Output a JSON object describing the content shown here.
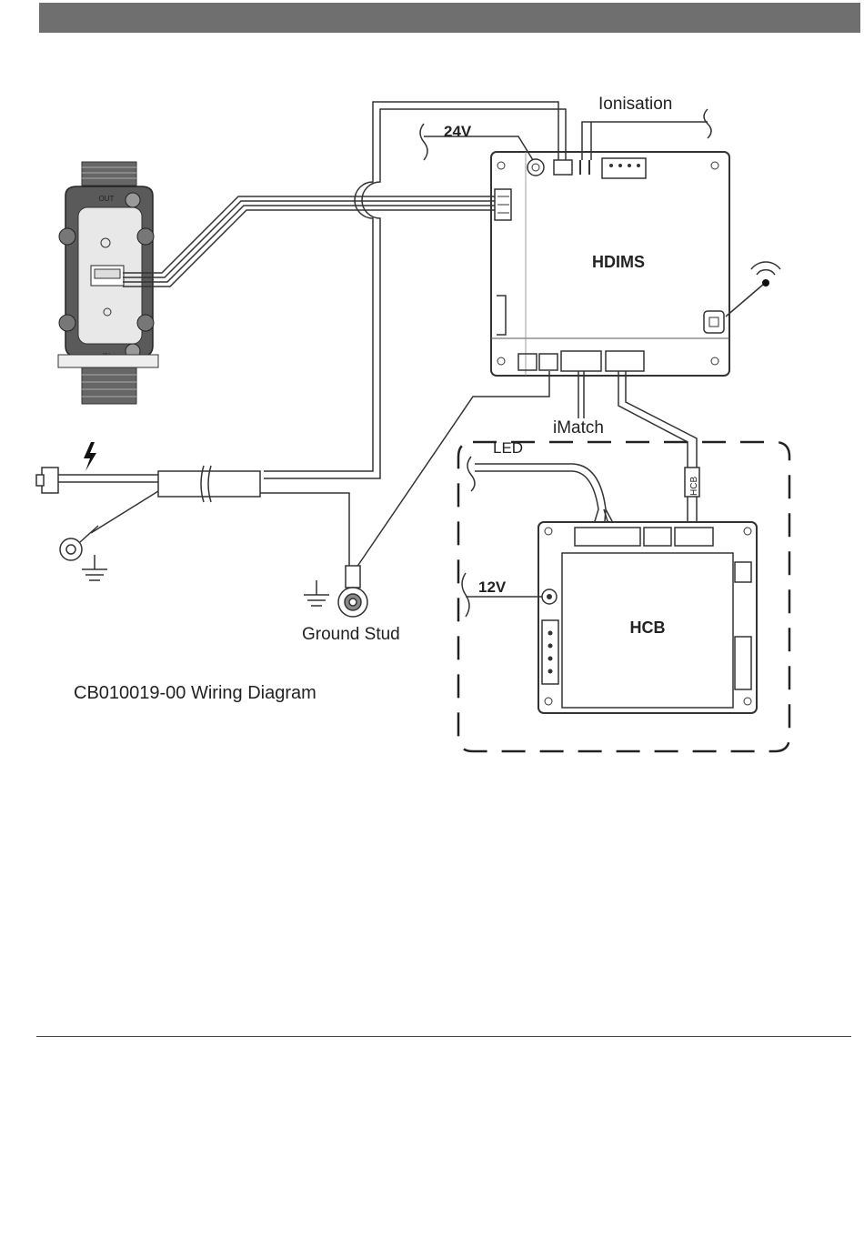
{
  "diagram": {
    "labels": {
      "ionisation": "Ionisation",
      "v24": "24V",
      "hdims": "HDIMS",
      "imatch": "iMatch",
      "led": "LED",
      "hcb_cable": "HCB",
      "v12": "12V",
      "hcb": "HCB",
      "ground_stud": "Ground Stud",
      "caption": "CB010019-00 Wiring Diagram",
      "valve_out": "OUT",
      "valve_in": "IN"
    }
  }
}
